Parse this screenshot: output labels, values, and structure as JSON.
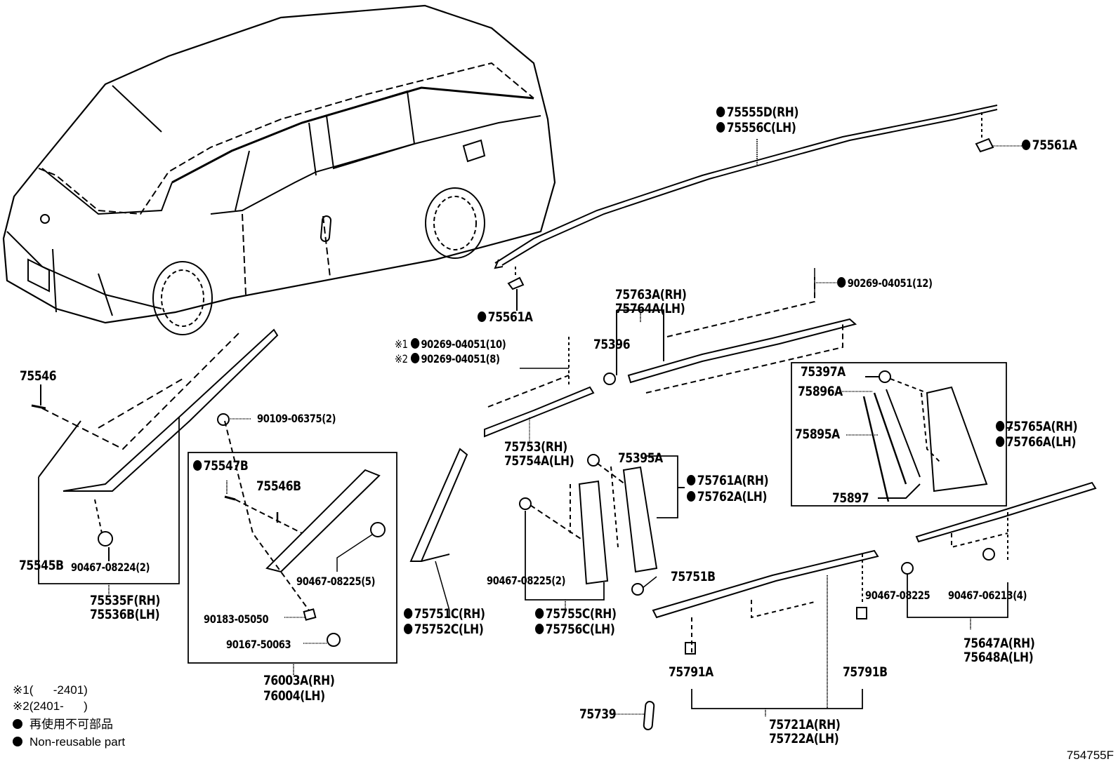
{
  "diagram": {
    "type": "exploded parts diagram",
    "subject": "Vehicle body side moulding / roof drip / pillar garnish",
    "reference_code": "754755F"
  },
  "legend": {
    "notes": [
      {
        "mark": "※1",
        "text": "(      -2401)"
      },
      {
        "mark": "※2",
        "text": "(2401-      )"
      }
    ],
    "non_reusable_ja": "再使用不可部品",
    "non_reusable_en": "Non-reusable part"
  },
  "parts": {
    "roof_drip_rh": {
      "number": "75555D(RH)",
      "non_reusable": true
    },
    "roof_drip_lh": {
      "number": "75556C(LH)",
      "non_reusable": true
    },
    "clip_75561A_top": {
      "number": "75561A",
      "non_reusable": true
    },
    "clip_75561A_mid": {
      "number": "75561A",
      "non_reusable": true
    },
    "screw_90269_12": {
      "number": "90269-04051(12)",
      "non_reusable": true
    },
    "belt_mould_rh": {
      "number": "75763A(RH)"
    },
    "belt_mould_lh": {
      "number": "75764A(LH)"
    },
    "clip_75396": {
      "number": "75396"
    },
    "screw_90269_10": {
      "mark": "※1",
      "number": "90269-04051(10)",
      "non_reusable": true
    },
    "screw_90269_8": {
      "mark": "※2",
      "number": "90269-04051(8)",
      "non_reusable": true
    },
    "front_belt_rh": {
      "number": "75753(RH)"
    },
    "front_belt_lh": {
      "number": "75754A(LH)"
    },
    "clip_75395A": {
      "number": "75395A"
    },
    "pillar_garnish_rh": {
      "number": "75761A(RH)",
      "non_reusable": true
    },
    "pillar_garnish_lh": {
      "number": "75762A(LH)",
      "non_reusable": true
    },
    "clip_75397A": {
      "number": "75397A"
    },
    "seal_75896A": {
      "number": "75896A"
    },
    "seal_75895A": {
      "number": "75895A"
    },
    "seal_75897": {
      "number": "75897"
    },
    "rear_garnish_rh": {
      "number": "75765A(RH)",
      "non_reusable": true
    },
    "rear_garnish_lh": {
      "number": "75766A(LH)",
      "non_reusable": true
    },
    "clip_75546": {
      "number": "75546"
    },
    "clip_75545B": {
      "number": "75545B"
    },
    "clip_90467_08224": {
      "number": "90467-08224(2)"
    },
    "windshield_mould_rh": {
      "number": "75535F(RH)"
    },
    "windshield_mould_lh": {
      "number": "75536B(LH)"
    },
    "bolt_90109": {
      "number": "90109-06375(2)"
    },
    "clip_75547B": {
      "number": "75547B",
      "non_reusable": true
    },
    "clip_75546B": {
      "number": "75546B"
    },
    "clip_90467_08225_5": {
      "number": "90467-08225(5)"
    },
    "nut_90183": {
      "number": "90183-05050"
    },
    "nut_90167": {
      "number": "90167-50063"
    },
    "cowl_rh": {
      "number": "76003A(RH)"
    },
    "cowl_lh": {
      "number": "76004(LH)"
    },
    "front_pillar_rh": {
      "number": "75751C(RH)",
      "non_reusable": true
    },
    "front_pillar_lh": {
      "number": "75752C(LH)",
      "non_reusable": true
    },
    "clip_90467_08225_2": {
      "number": "90467-08225(2)"
    },
    "center_pillar_rh": {
      "number": "75755C(RH)",
      "non_reusable": true
    },
    "center_pillar_lh": {
      "number": "75756C(LH)",
      "non_reusable": true
    },
    "clip_75751B": {
      "number": "75751B"
    },
    "clip_90467_08225_r": {
      "number": "90467-08225"
    },
    "clip_90467_06213": {
      "number": "90467-06213(4)"
    },
    "quarter_mould_rh": {
      "number": "75647A(RH)"
    },
    "quarter_mould_lh": {
      "number": "75648A(LH)"
    },
    "clip_75791A": {
      "number": "75791A"
    },
    "clip_75791B": {
      "number": "75791B"
    },
    "emblem_75739": {
      "number": "75739"
    },
    "door_mould_rh": {
      "number": "75721A(RH)"
    },
    "door_mould_lh": {
      "number": "75722A(LH)"
    }
  }
}
